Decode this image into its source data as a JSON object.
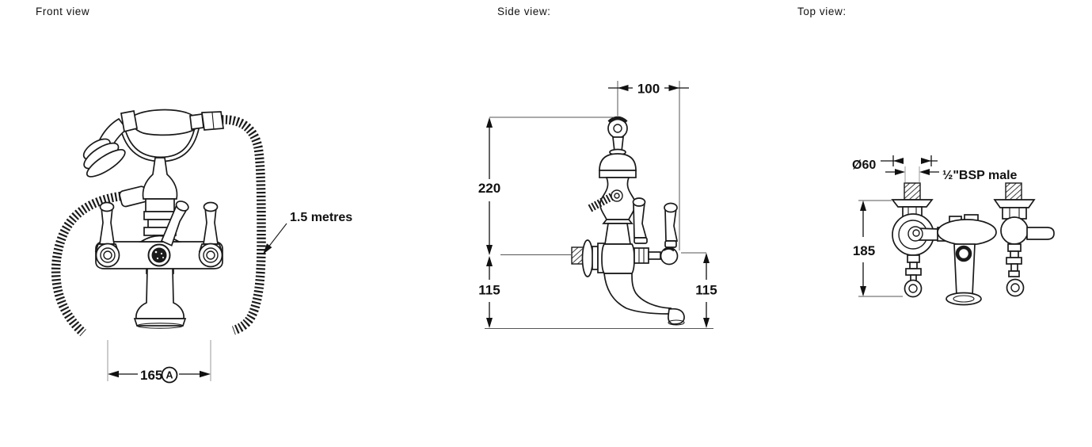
{
  "views": {
    "front": {
      "label": "Front view",
      "hose_note": "1.5 metres",
      "dim_centres": "165",
      "dim_centres_flag": "A"
    },
    "side": {
      "label": "Side view:",
      "dim_projection_top": "100",
      "dim_height_above_centre": "220",
      "dim_drop_left": "115",
      "dim_drop_right": "115"
    },
    "top": {
      "label": "Top view:",
      "dim_flange_diameter": "Ø60",
      "thread_spec": "½\"BSP male",
      "dim_depth": "185"
    }
  },
  "colors": {
    "background": "#ffffff",
    "line": "#1a1a1a",
    "dim_line": "#555555",
    "construction_line": "#9a9a9a"
  }
}
